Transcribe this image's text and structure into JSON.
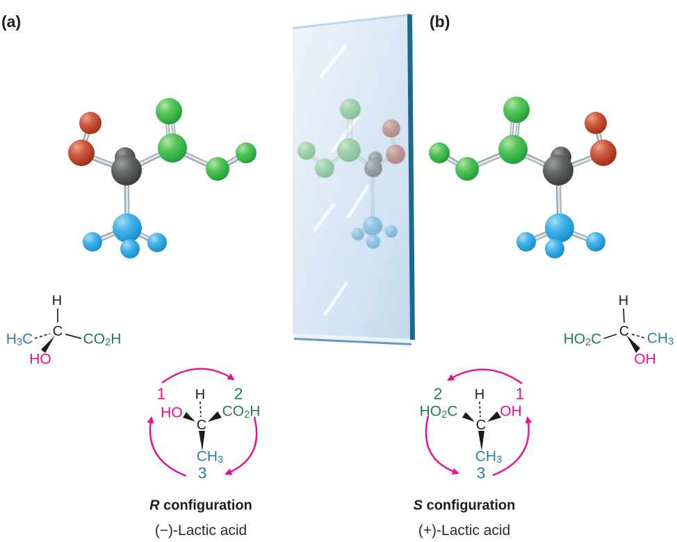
{
  "panel_labels": {
    "a": "(a)",
    "b": "(b)"
  },
  "left_formula": {
    "h": "H",
    "c": "C",
    "h3c": {
      "pre": "H",
      "sub": "3",
      "post": "C"
    },
    "co2h": {
      "pre": "CO",
      "sub": "2",
      "post": "H"
    },
    "ho": "HO"
  },
  "right_formula": {
    "h": "H",
    "c": "C",
    "ho2c": {
      "pre": "HO",
      "sub": "2",
      "post": "C"
    },
    "ch3": {
      "pre": "CH",
      "sub": "3",
      "post": ""
    },
    "oh": "OH"
  },
  "left_priority": {
    "n1": "1",
    "n2": "2",
    "n3": "3",
    "h": "H",
    "c": "C",
    "ho": "HO",
    "co2h": {
      "pre": "CO",
      "sub": "2",
      "post": "H"
    },
    "ch3": {
      "pre": "CH",
      "sub": "3",
      "post": ""
    }
  },
  "right_priority": {
    "n1": "1",
    "n2": "2",
    "n3": "3",
    "h": "H",
    "c": "C",
    "oh": "OH",
    "ho2c": {
      "pre": "HO",
      "sub": "2",
      "post": "C"
    },
    "ch3": {
      "pre": "CH",
      "sub": "3",
      "post": ""
    }
  },
  "left_caption": {
    "config_italic": "R",
    "config_rest": " configuration",
    "name": "(−)-Lactic acid"
  },
  "right_caption": {
    "config_italic": "S",
    "config_rest": " configuration",
    "name": "(+)-Lactic acid"
  },
  "colors": {
    "magenta": "#e60e8a",
    "green_text": "#1e7d52",
    "blue_text": "#2b7fa5",
    "text_dark": "#1c1c1c",
    "atom_red": "#b03a26",
    "atom_green": "#2fae41",
    "atom_blue": "#219bd9",
    "atom_gray": "#4a4f4c",
    "bond_silver": "#c7d3da",
    "mirror_face": "#d9e6f4",
    "mirror_edge": "#1a6a90"
  }
}
